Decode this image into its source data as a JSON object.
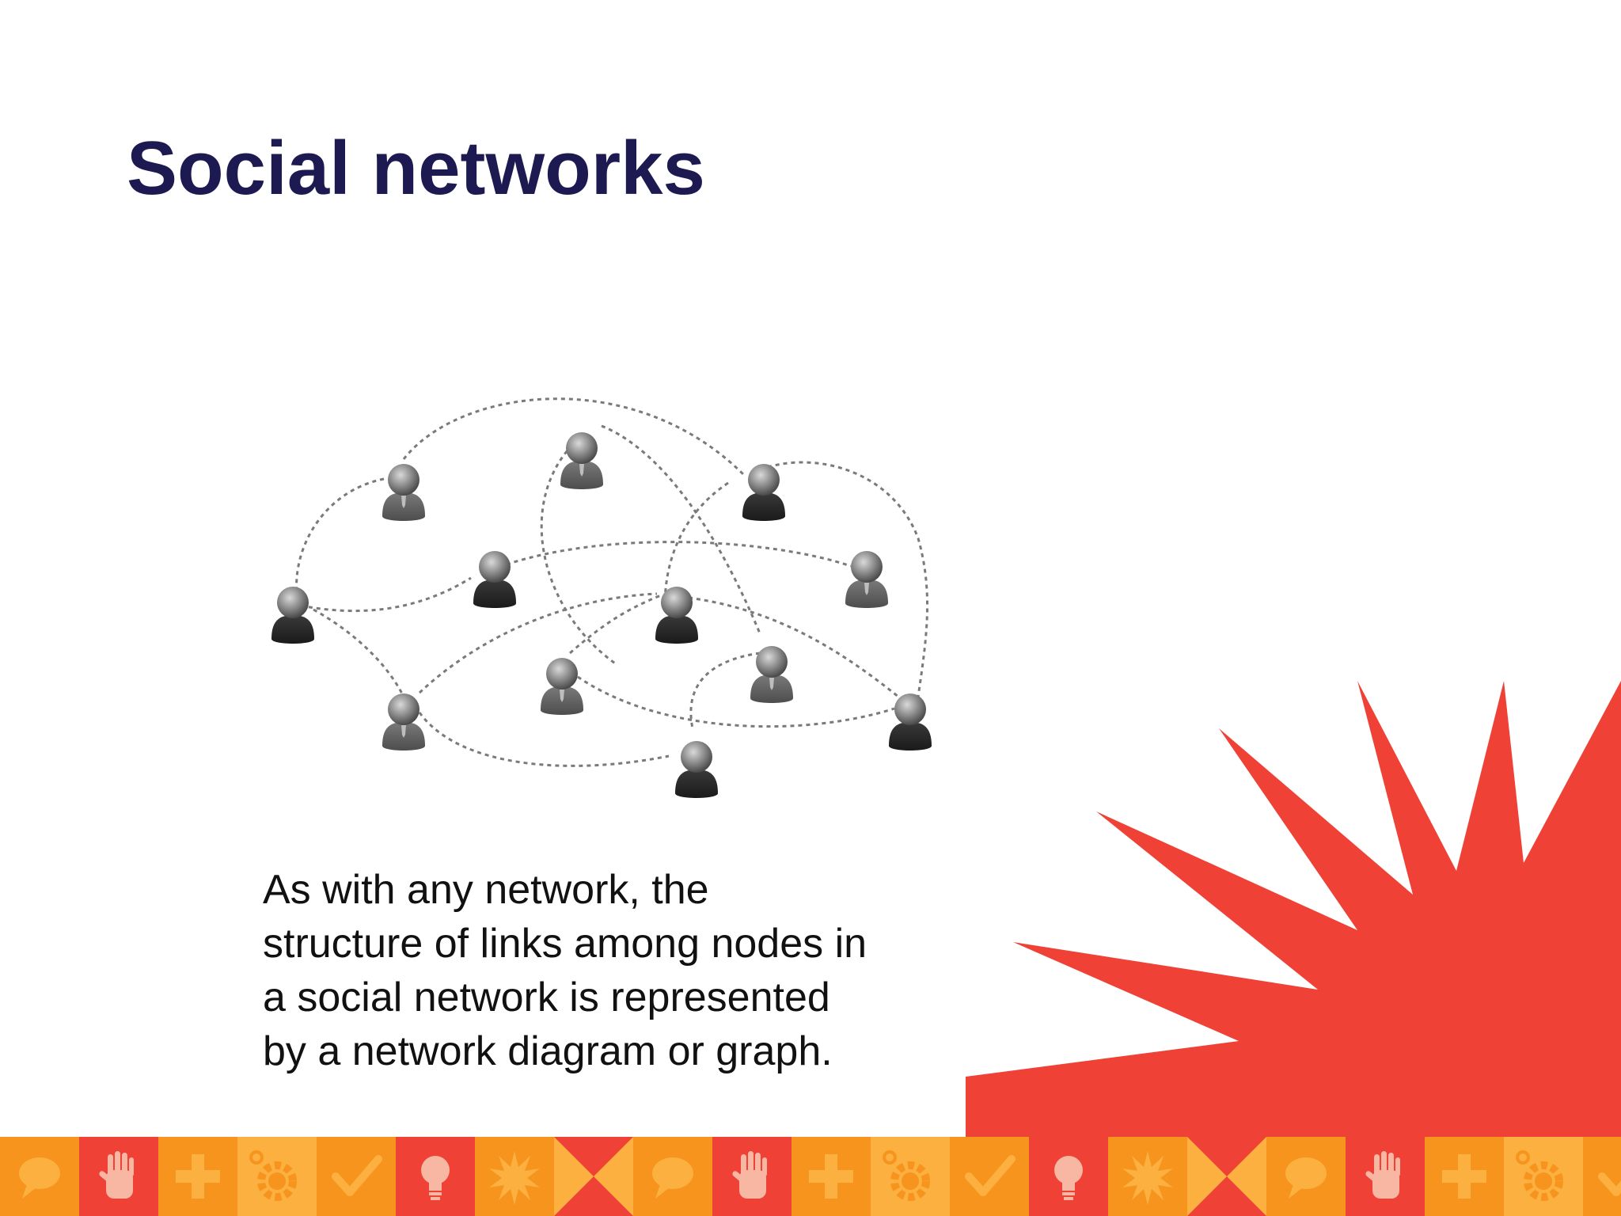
{
  "slide": {
    "title": "Social networks",
    "body_lines": [
      "As with any network, the",
      "structure of links among nodes in",
      "a social network is represented",
      "by a network diagram or graph."
    ]
  },
  "colors": {
    "title": "#1d1a52",
    "text": "#111111",
    "burst": "#ef4136",
    "strip_orange": "#f7941d",
    "strip_light": "#fbb040",
    "strip_red": "#ef4136"
  },
  "network": {
    "people": [
      {
        "id": "p1",
        "tone": "gray"
      },
      {
        "id": "p2",
        "tone": "gray"
      },
      {
        "id": "p3",
        "tone": "dark"
      },
      {
        "id": "p4",
        "tone": "dark"
      },
      {
        "id": "p5",
        "tone": "gray"
      },
      {
        "id": "p6",
        "tone": "dark"
      },
      {
        "id": "p7",
        "tone": "dark"
      },
      {
        "id": "p8",
        "tone": "gray"
      },
      {
        "id": "p9",
        "tone": "gray"
      },
      {
        "id": "p10",
        "tone": "gray"
      },
      {
        "id": "p11",
        "tone": "dark"
      },
      {
        "id": "p12",
        "tone": "dark"
      }
    ]
  },
  "footer_icons": [
    "speech-bubble-icon",
    "hand-icon",
    "plus-icon",
    "gear-icon",
    "checkmark-icon",
    "lightbulb-icon",
    "starburst-icon",
    "hourglass-icon",
    "speech-bubble-icon",
    "hand-icon",
    "plus-icon",
    "gear-icon",
    "checkmark-icon",
    "lightbulb-icon",
    "starburst-icon",
    "hourglass-icon",
    "speech-bubble-icon",
    "hand-icon",
    "plus-icon",
    "gear-icon",
    "checkmark-icon"
  ]
}
